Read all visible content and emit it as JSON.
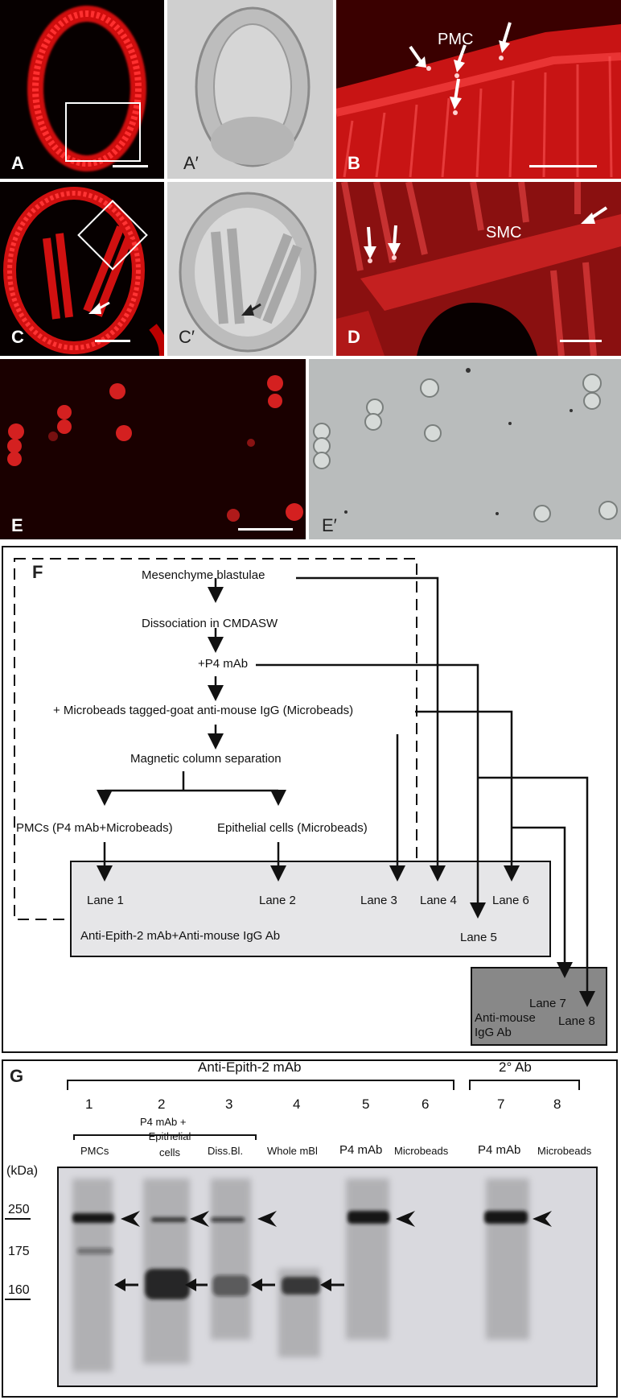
{
  "panels": {
    "a": "A",
    "a_prime": "A′",
    "b": "B",
    "c": "C",
    "c_prime": "C′",
    "d": "D",
    "e": "E",
    "e_prime": "E′",
    "f": "F",
    "g": "G"
  },
  "annotations": {
    "pmc": "PMC",
    "smc": "SMC"
  },
  "flowchart": {
    "step1": "Mesenchyme blastulae",
    "step2": "Dissociation in CMDASW",
    "step3": "+P4 mAb",
    "step4": "+ Microbeads tagged-goat anti-mouse IgG (Microbeads)",
    "step5": "Magnetic column separation",
    "pmc_branch": "PMCs (P4 mAb+Microbeads)",
    "epi_branch": "Epithelial cells (Microbeads)",
    "lanes": [
      "Lane 1",
      "Lane 2",
      "Lane 3",
      "Lane 4",
      "Lane 5",
      "Lane 6",
      "Lane 7",
      "Lane 8"
    ],
    "box_light_label": "Anti-Epith-2 mAb+Anti-mouse IgG Ab",
    "box_dark_label_1": "Anti-mouse",
    "box_dark_label_2": "IgG Ab"
  },
  "gel": {
    "header_left": "Anti-Epith-2 mAb",
    "header_right": "2° Ab",
    "lane_numbers": [
      "1",
      "2",
      "3",
      "4",
      "5",
      "6",
      "7",
      "8"
    ],
    "sub_header": "P4 mAb +",
    "sample_labels": [
      "PMCs",
      "Epithelial cells",
      "Diss.Bl.",
      "Whole mBl",
      "P4 mAb",
      "Microbeads",
      "P4 mAb",
      "Microbeads"
    ],
    "unit": "(kDa)",
    "markers": [
      "250",
      "175",
      "160"
    ],
    "colors": {
      "band": "#111111",
      "background": "#d9d9de"
    }
  }
}
